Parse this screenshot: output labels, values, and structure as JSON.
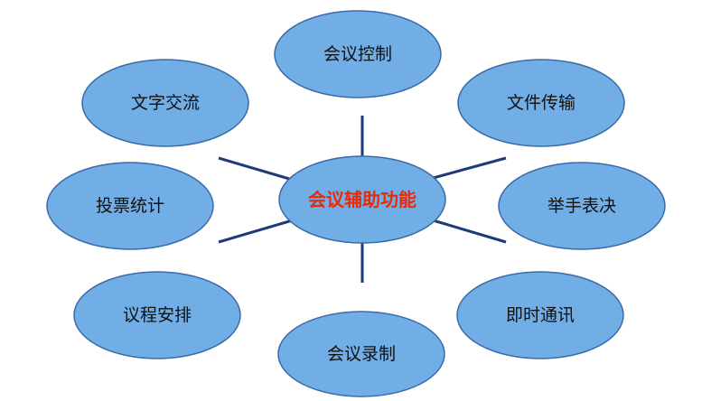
{
  "diagram": {
    "center": {
      "label": "会议辅助功能",
      "label_color": "#e8290a"
    },
    "nodes": [
      {
        "id": "top",
        "label": "会议控制"
      },
      {
        "id": "top-left",
        "label": "文字交流"
      },
      {
        "id": "top-right",
        "label": "文件传输"
      },
      {
        "id": "left",
        "label": "投票统计"
      },
      {
        "id": "right",
        "label": "举手表决"
      },
      {
        "id": "bottom-left",
        "label": "议程安排"
      },
      {
        "id": "bottom-right",
        "label": "即时通讯"
      },
      {
        "id": "bottom",
        "label": "会议录制"
      }
    ],
    "colors": {
      "fill": "#72aee6",
      "stroke": "#3a6aa8",
      "line": "#1e3a78"
    }
  }
}
